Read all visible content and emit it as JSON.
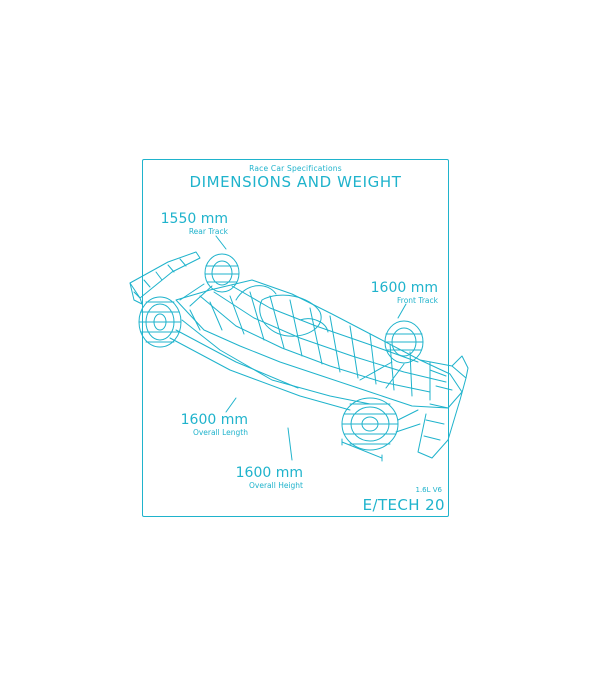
{
  "header": {
    "subtitle": "Race Car Specifications",
    "title": "DIMENSIONS AND WEIGHT"
  },
  "specs": {
    "rear_track": {
      "value": "1550 mm",
      "label": "Rear Track"
    },
    "front_track": {
      "value": "1600 mm",
      "label": "Front Track"
    },
    "overall_length": {
      "value": "1600 mm",
      "label": "Overall Length"
    },
    "overall_height": {
      "value": "1600 mm",
      "label": "Overall Height"
    }
  },
  "footer": {
    "engine": "1.6L V6",
    "brand": "E/TECH 20"
  },
  "colors": {
    "accent": "#1fb3cc",
    "background": "#ffffff"
  },
  "illustration": "race-car-wireframe"
}
